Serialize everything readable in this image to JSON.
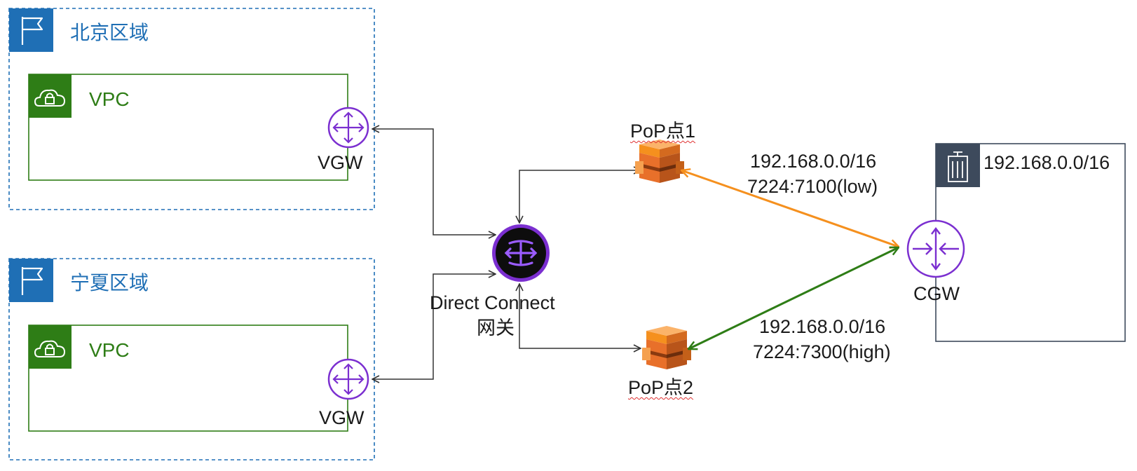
{
  "regions": [
    {
      "title": "北京区域",
      "vpc_label": "VPC",
      "gateway_label": "VGW"
    },
    {
      "title": "宁夏区域",
      "vpc_label": "VPC",
      "gateway_label": "VGW"
    }
  ],
  "direct_connect": {
    "label_line1": "Direct Connect",
    "label_line2": "网关"
  },
  "pops": [
    {
      "label": "PoP点1"
    },
    {
      "label": "PoP点2"
    }
  ],
  "links": [
    {
      "prefix": "192.168.0.0/16",
      "community": "7224:7100(low)",
      "color": "#f5901e"
    },
    {
      "prefix": "192.168.0.0/16",
      "community": "7224:7300(high)",
      "color": "#2e7d16"
    }
  ],
  "customer": {
    "prefix": "192.168.0.0/16",
    "gateway_label": "CGW"
  },
  "colors": {
    "region_blue": "#1f6fb5",
    "vpc_green": "#2e7d16",
    "router_purple": "#7b2fd0",
    "pop_orange": "#e8702a",
    "building_slate": "#3d4a5c"
  }
}
